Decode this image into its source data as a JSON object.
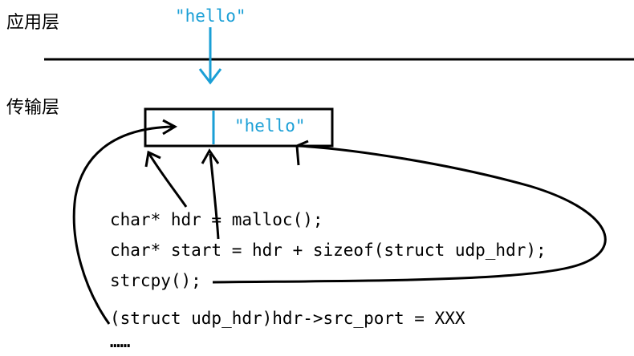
{
  "layers": {
    "application": "应用层",
    "transport": "传输层"
  },
  "payload_top": "\"hello\"",
  "payload_in_buffer": "\"hello\"",
  "code": {
    "line1": "char* hdr = malloc();",
    "line2": "char* start = hdr + sizeof(struct udp_hdr);",
    "line3": "strcpy();",
    "line4": "(struct udp_hdr)hdr->src_port = XXX",
    "line5": "……"
  },
  "colors": {
    "ink": "#000000",
    "accent": "#1a9fd6"
  }
}
